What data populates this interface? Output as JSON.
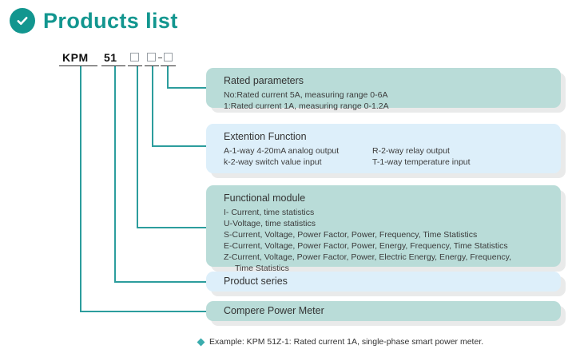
{
  "header": {
    "title": "Products list",
    "check_icon": "check-circle-icon",
    "accent_color": "#12968f"
  },
  "code_line": {
    "tokens": [
      "KPM",
      "51"
    ],
    "boxes": 3,
    "dash": "-",
    "full_code": "KPM 51 □ □-□"
  },
  "colors": {
    "teal_card": "#b9dcd8",
    "blue_card": "#ddeffa",
    "connector": "#2c9d9d",
    "shadow": "#e9eaea"
  },
  "cards": [
    {
      "id": "rated-parameters",
      "tone": "teal",
      "title": "Rated parameters",
      "lines": [
        "No:Rated current 5A, measuring range 0-6A",
        "1:Rated current 1A, measuring range 0-1.2A"
      ]
    },
    {
      "id": "extention-function",
      "tone": "blue",
      "title": "Extention Function",
      "rows": [
        {
          "left": "A-1-way 4-20mA analog output",
          "right": "R-2-way relay output"
        },
        {
          "left": "k-2-way switch value input",
          "right": "T-1-way temperature input"
        }
      ]
    },
    {
      "id": "functional-module",
      "tone": "teal",
      "title": "Functional module",
      "lines": [
        "I- Current, time statistics",
        "U-Voltage, time statistics",
        "S-Current, Voltage, Power Factor, Power, Frequency, Time Statistics",
        "E-Current, Voltage, Power Factor, Power, Energy, Frequency, Time Statistics",
        "Z-Current, Voltage, Power Factor, Power, Electric Energy, Energy, Frequency,",
        "Time Statistics"
      ]
    },
    {
      "id": "product-series",
      "tone": "blue",
      "title": "Product series"
    },
    {
      "id": "compere-power-meter",
      "tone": "teal",
      "title": "Compere  Power  Meter"
    }
  ],
  "footnote": {
    "bullet": "diamond-bullet-icon",
    "text": "Example: KPM 51Z-1: Rated current 1A, single-phase smart power meter."
  }
}
